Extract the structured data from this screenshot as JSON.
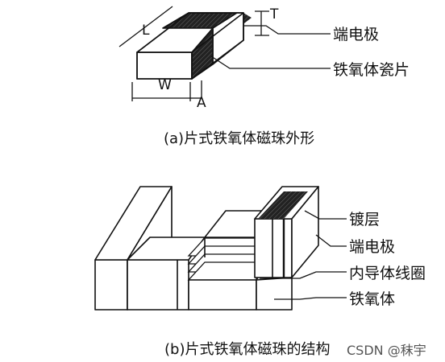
{
  "figure_a": {
    "caption": "(a)片式铁氧体磁珠外形",
    "dims": {
      "L": "L",
      "T": "T",
      "W": "W",
      "A": "A"
    },
    "labels": {
      "end_electrode": "端电极",
      "ferrite_chip": "铁氧体瓷片"
    }
  },
  "figure_b": {
    "caption": "(b)片式铁氧体磁珠的结构",
    "labels": {
      "plating": "镀层",
      "end_electrode": "端电极",
      "inner_coil": "内导体线圈",
      "ferrite": "铁氧体"
    }
  },
  "watermark": "CSDN @秣宇"
}
